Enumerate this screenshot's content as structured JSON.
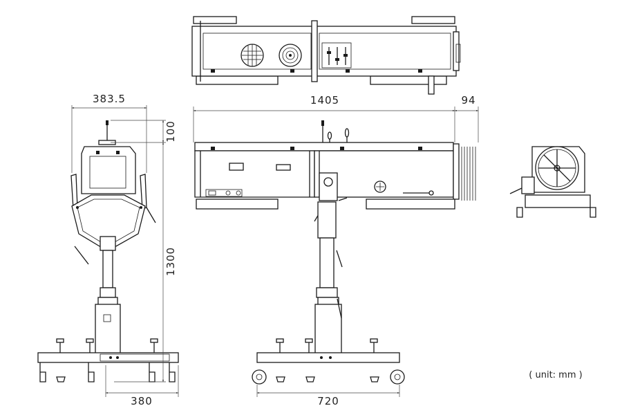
{
  "dimensions": {
    "front_width": "383.5",
    "handle_height": "100",
    "total_height": "1300",
    "base_width": "380",
    "body_length": "1405",
    "barndoor_depth": "94",
    "wheelbase": "720"
  },
  "unit_note": "( unit: mm )"
}
